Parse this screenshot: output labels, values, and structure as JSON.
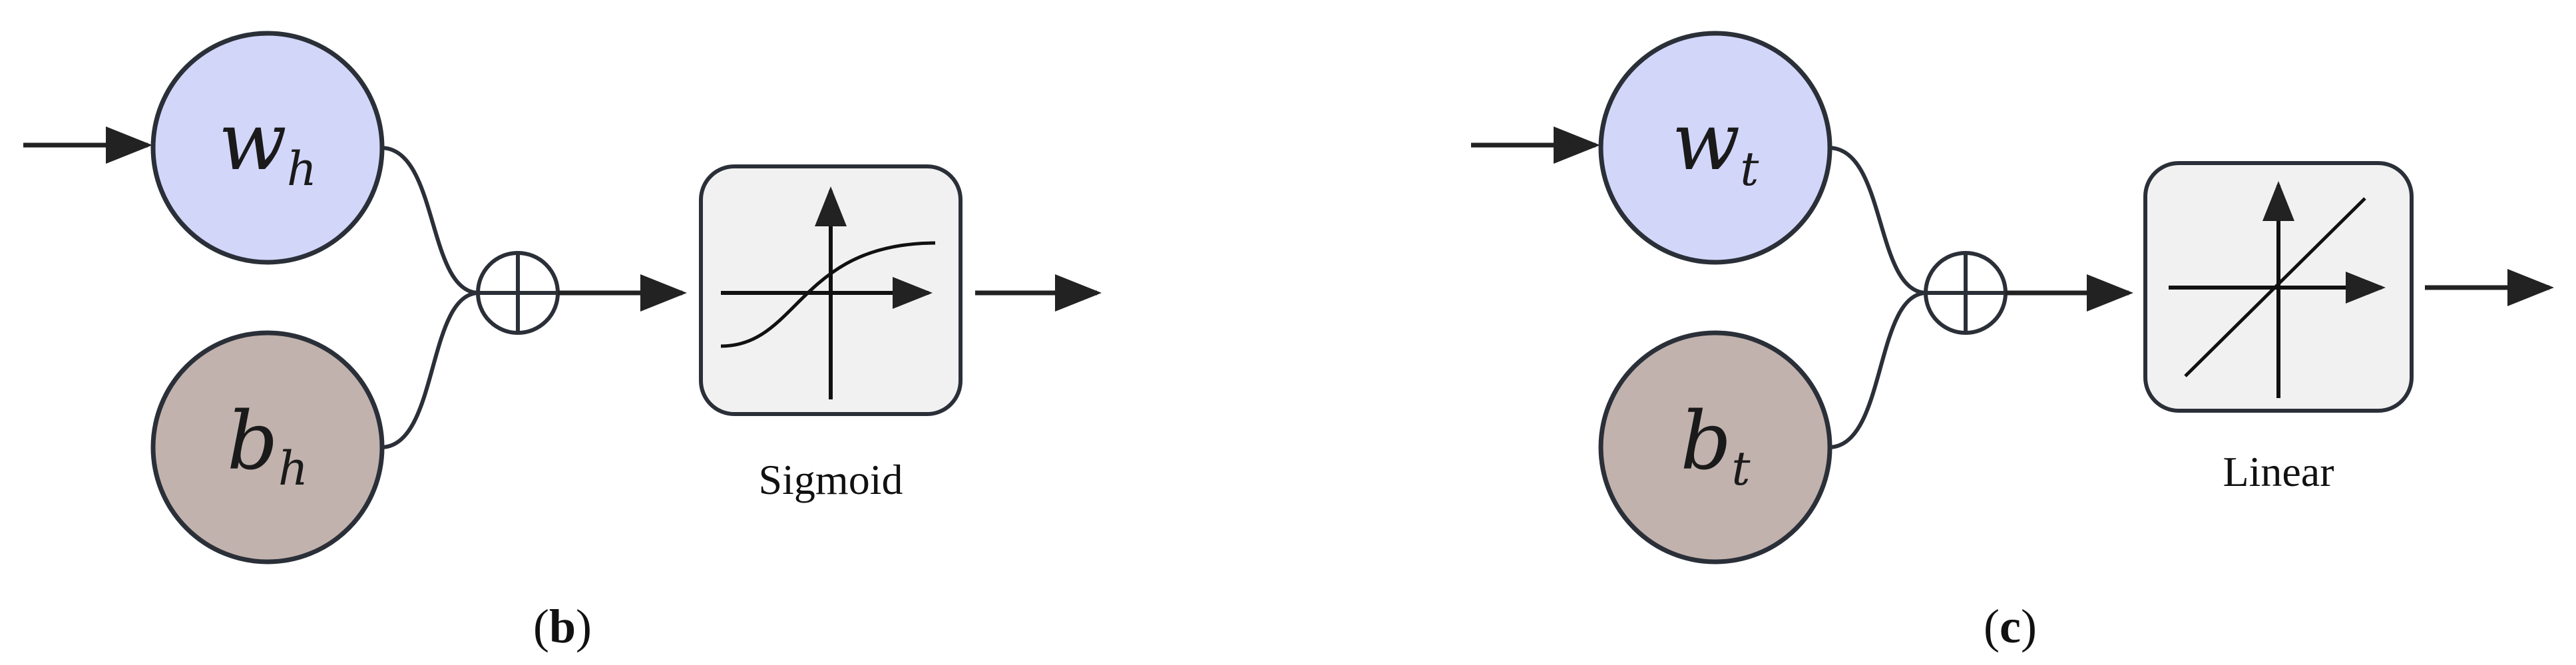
{
  "colors": {
    "weight_fill": "#d2d6f9",
    "bias_fill": "#c1b2ad",
    "box_fill": "#f1f1f1",
    "stroke": "#2a2f38",
    "arrow": "#111111"
  },
  "panels": [
    {
      "weight": {
        "var": "w",
        "sub": "h"
      },
      "bias": {
        "var": "b",
        "sub": "h"
      },
      "activation": "Sigmoid",
      "activation_icon": "sigmoid-curve-icon",
      "caption": {
        "open": "(",
        "letter": "b",
        "close": ")"
      }
    },
    {
      "weight": {
        "var": "w",
        "sub": "t"
      },
      "bias": {
        "var": "b",
        "sub": "t"
      },
      "activation": "Linear",
      "activation_icon": "linear-line-icon",
      "caption": {
        "open": "(",
        "letter": "c",
        "close": ")"
      }
    }
  ]
}
